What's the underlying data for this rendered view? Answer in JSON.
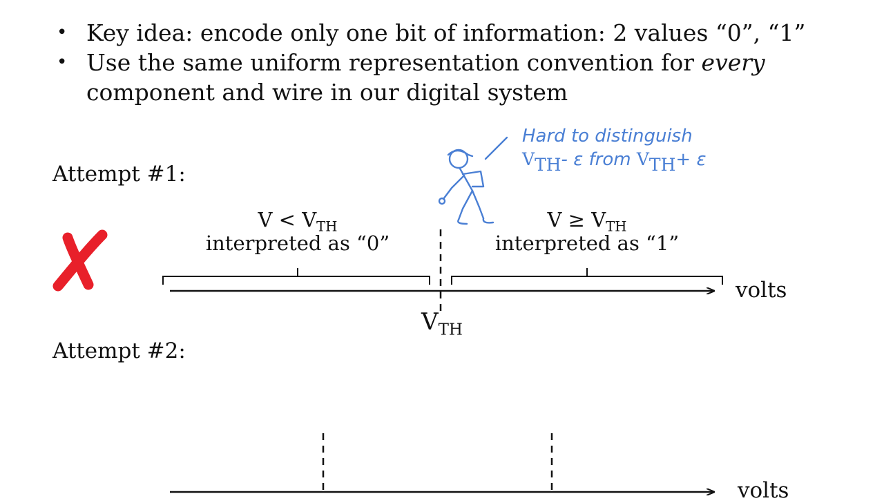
{
  "bullets": [
    {
      "text": "Key idea: encode only one bit of information: 2 values “0”, “1”"
    },
    {
      "text_before": "Use the same uniform representation convention for ",
      "text_em": "every",
      "text_after": " component and wire in our digital system"
    }
  ],
  "bullet_glyph": "•",
  "attempt1": {
    "label": "Attempt #1:",
    "left_condition": {
      "v": "V < V",
      "sub": "TH"
    },
    "left_meaning": "interpreted as “0”",
    "right_condition": {
      "v": "V ≥ V",
      "sub": "TH"
    },
    "right_meaning": "interpreted as “1”",
    "axis_label": "volts",
    "threshold": {
      "v": "V",
      "sub": "TH"
    },
    "verdict_icon": "red-x-mark-icon",
    "verdict_color": "#e8202a",
    "stick_figure_icon": "stick-figure-icon",
    "note_line1": "Hard to distinguish",
    "note_v1": "V",
    "note_sub1": "TH",
    "note_mid": "- ε from ",
    "note_v2": "V",
    "note_sub2": "TH",
    "note_end": "+ ε",
    "note_color": "#4a7fd4"
  },
  "attempt2": {
    "label": "Attempt #2:",
    "axis_label": "volts"
  }
}
